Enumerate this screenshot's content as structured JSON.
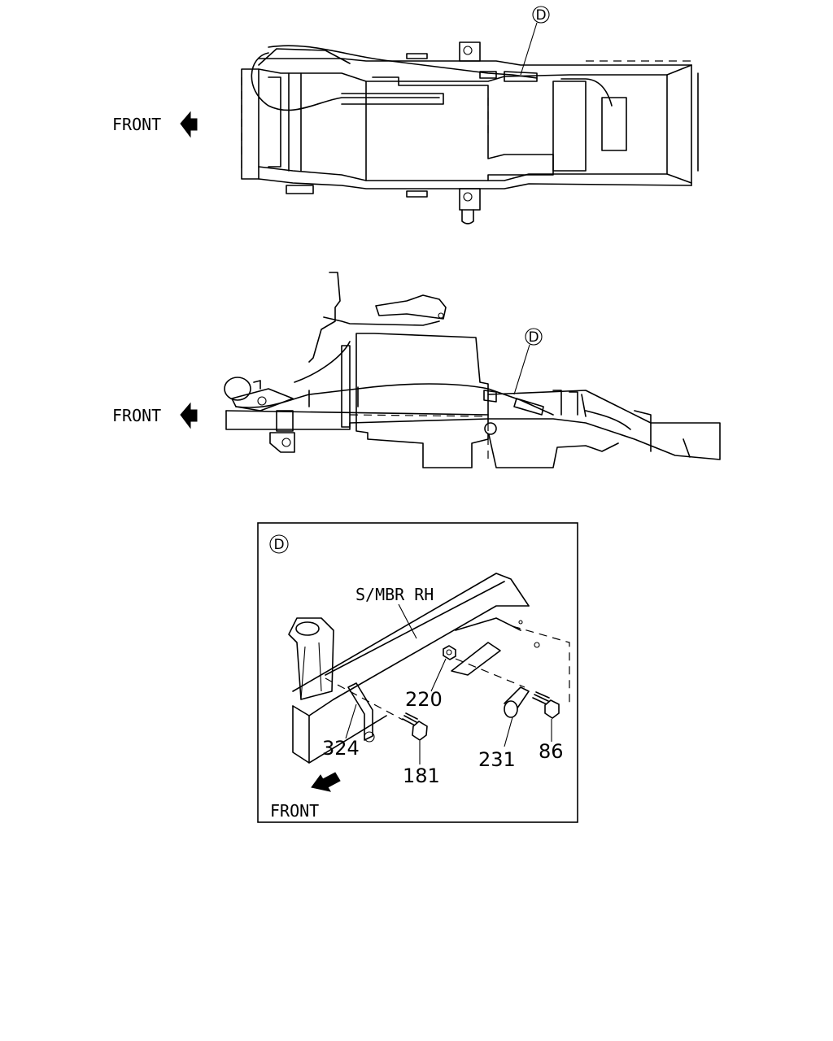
{
  "top_view": {
    "front_label": "FRONT",
    "detail_ref": "D"
  },
  "side_view": {
    "front_label": "FRONT",
    "detail_ref": "D"
  },
  "detail": {
    "ref": "D",
    "member_label": "S/MBR RH",
    "front_label": "FRONT",
    "callouts": [
      "220",
      "324",
      "181",
      "231",
      "86"
    ]
  }
}
